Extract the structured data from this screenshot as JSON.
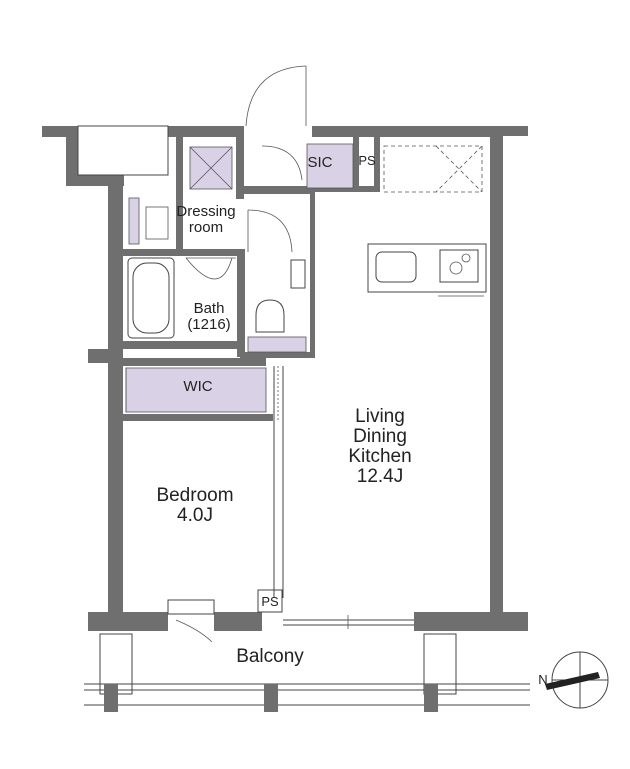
{
  "rooms": {
    "ldk": {
      "line1": "Living",
      "line2": "Dining",
      "line3": "Kitchen",
      "size": "12.4J"
    },
    "bedroom": {
      "name": "Bedroom",
      "size": "4.0J"
    },
    "dressing": {
      "line1": "Dressing",
      "line2": "room"
    },
    "bath": {
      "name": "Bath",
      "size": "(1216)"
    },
    "wic": "WIC",
    "sic": "SIC",
    "ps_top": "PS",
    "ps_bottom": "PS",
    "balcony": "Balcony"
  },
  "colors": {
    "wall": "#6f6f6f",
    "closet": "#d9d2e6",
    "line": "#444444"
  },
  "compass": {
    "north_arrow": "N"
  }
}
